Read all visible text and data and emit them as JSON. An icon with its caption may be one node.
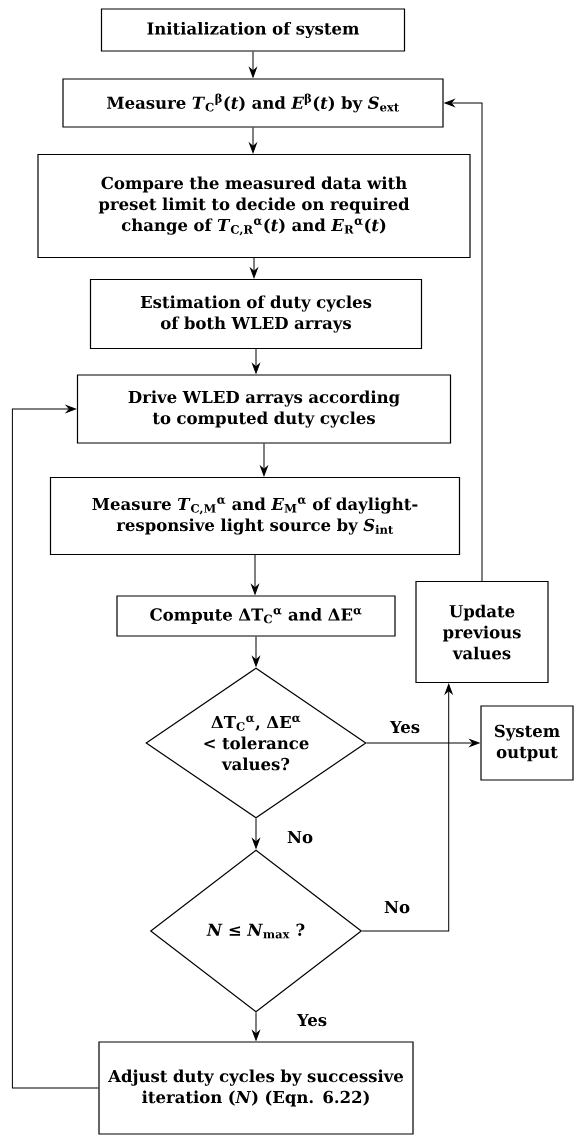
{
  "diagram": {
    "nodes": [
      {
        "text": [
          "Initialization of system"
        ]
      },
      {
        "text": [
          "Measure *T*$_{C}$$^{β}$(*t*) and *E*$^{β}$(*t*) by *S*$_{ext}$"
        ]
      },
      {
        "text": [
          "Compare the measured data with preset limit to decide on required change of *T*$_{C,R}$$^{α}$(*t*) and *E*$_{R}$$^{α}$(*t*)"
        ]
      },
      {
        "text": [
          "Estimation of duty cycles of both WLED arrays"
        ]
      },
      {
        "text": [
          "Drive WLED arrays according to computed duty cycles"
        ]
      },
      {
        "text": [
          "Measure *T*$_{C,M}$$^{α}$ and *E*$_{M}$$^{α}$ of daylight-responsive light source by *S*$_{int}$"
        ]
      },
      {
        "text": [
          "Compute ΔT$_{C}$$^{α}$ and ΔE$^{α}$"
        ]
      },
      {
        "text": [
          "ΔT$_{C}$$^{α}$, ΔE$^{α}$ < tolerance values?"
        ]
      },
      {
        "text": [
          "Update previous values"
        ]
      },
      {
        "text": [
          "System output"
        ]
      },
      {
        "text": [
          "*N* ≤ *N*$_{max}$ ?"
        ]
      },
      {
        "text": [
          "Adjust duty cycles by successive iteration (*N*) (Eqn. 6.22)"
        ]
      }
    ],
    "edges": [
      {
        "from": 0,
        "to": 1,
        "arrow": "to"
      },
      {
        "from": 1,
        "to": 2,
        "arrow": "to"
      },
      {
        "from": 2,
        "to": 3,
        "arrow": "to"
      },
      {
        "from": 3,
        "to": 4,
        "arrow": "to"
      },
      {
        "from": 4,
        "to": 5,
        "arrow": "to"
      },
      {
        "from": 5,
        "to": 6,
        "arrow": "to"
      },
      {
        "from": 6,
        "to": 7,
        "arrow": "to"
      },
      {
        "from": 7,
        "to": 9,
        "arrow": "to",
        "label": "Yes"
      },
      {
        "from": 7,
        "to": 10,
        "arrow": "to",
        "label": "No"
      },
      {
        "from": 10,
        "to": 8,
        "arrow": "to",
        "label": "No"
      },
      {
        "from": 8,
        "to": 1,
        "arrow": "to"
      },
      {
        "from": 10,
        "to": 11,
        "arrow": "to",
        "label": "Yes"
      },
      {
        "from": 11,
        "to": 4,
        "arrow": "to"
      }
    ]
  }
}
